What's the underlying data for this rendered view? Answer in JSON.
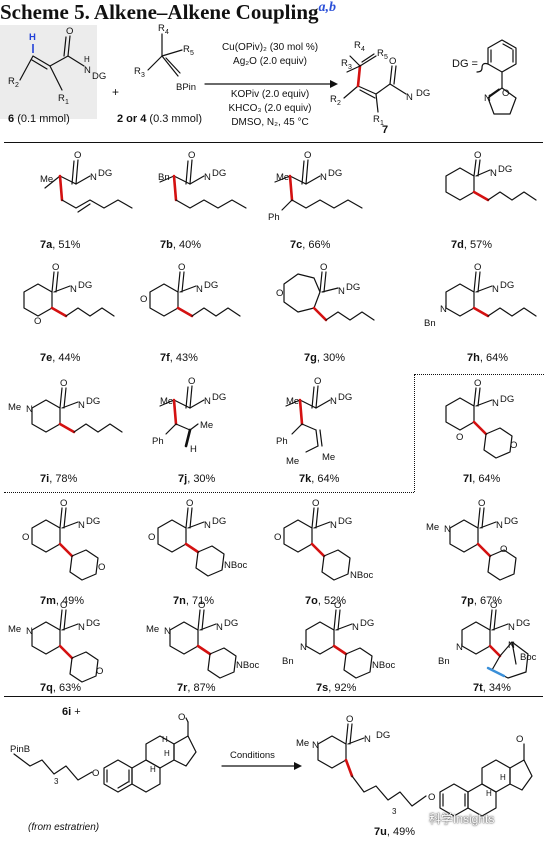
{
  "title": {
    "text": "Scheme 5. Alkene–Alkene Coupling",
    "sup": "a,b"
  },
  "scheme": {
    "reagent1": {
      "label": "6",
      "amount": "(0.1 mmol)"
    },
    "plus": "+",
    "reagent2": {
      "label": "2 or 4",
      "amount": "(0.3 mmol)"
    },
    "conditions": [
      "Cu(OPiv)₂ (30 mol %)",
      "Ag₂O (2.0 equiv)",
      "KOPiv (2.0 equiv)",
      "KHCO₃ (2.0 equiv)",
      "DMSO, N₂, 45 °C"
    ],
    "product": "7",
    "dg_label": "DG ="
  },
  "atoms": {
    "H": "H",
    "R1": "R",
    "R1s": "1",
    "R2": "R",
    "R2s": "2",
    "R3": "R",
    "R3s": "3",
    "R4": "R",
    "R4s": "4",
    "R5": "R",
    "R5s": "5",
    "N": "N",
    "O": "O",
    "DG": "DG",
    "BPin": "BPin",
    "Me": "Me",
    "Bn": "Bn",
    "Ph": "Ph",
    "NBoc": "NBoc",
    "Boc": "Boc",
    "PinB": "PinB",
    "three": "3"
  },
  "products": [
    {
      "id": "7a",
      "yield": "51%"
    },
    {
      "id": "7b",
      "yield": "40%"
    },
    {
      "id": "7c",
      "yield": "66%"
    },
    {
      "id": "7d",
      "yield": "57%"
    },
    {
      "id": "7e",
      "yield": "44%"
    },
    {
      "id": "7f",
      "yield": "43%"
    },
    {
      "id": "7g",
      "yield": "30%"
    },
    {
      "id": "7h",
      "yield": "64%"
    },
    {
      "id": "7i",
      "yield": "78%"
    },
    {
      "id": "7j",
      "yield": "30%"
    },
    {
      "id": "7k",
      "yield": "64%"
    },
    {
      "id": "7l",
      "yield": "64%"
    },
    {
      "id": "7m",
      "yield": "49%"
    },
    {
      "id": "7n",
      "yield": "71%"
    },
    {
      "id": "7o",
      "yield": "52%"
    },
    {
      "id": "7p",
      "yield": "67%"
    },
    {
      "id": "7q",
      "yield": "63%"
    },
    {
      "id": "7r",
      "yield": "87%"
    },
    {
      "id": "7s",
      "yield": "92%"
    },
    {
      "id": "7t",
      "yield": "34%"
    },
    {
      "id": "7u",
      "yield": "49%"
    }
  ],
  "bottom": {
    "reagent": "6i",
    "plus": "+",
    "arrow_label": "Conditions",
    "source": "(from estratrien)"
  },
  "watermark": "科学Insights"
}
